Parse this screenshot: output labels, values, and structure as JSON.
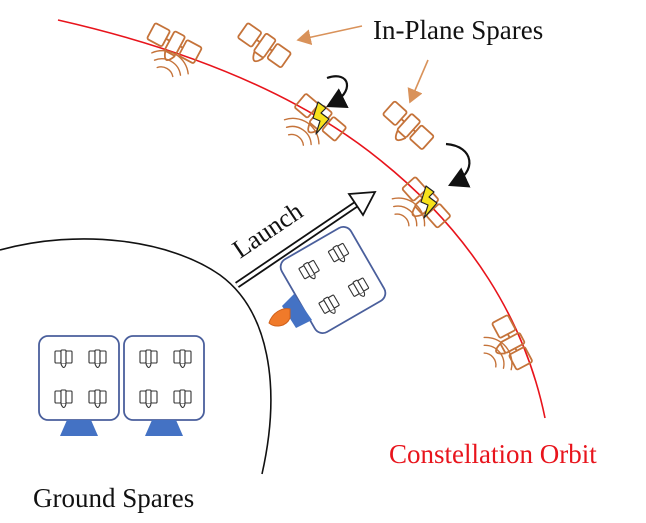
{
  "labels": {
    "in_plane_spares": "In-Plane Spares",
    "launch": "Launch",
    "constellation_orbit": "Constellation Orbit",
    "ground_spares": "Ground Spares"
  },
  "colors": {
    "orbit": "#e8141c",
    "satellite": "#c5733a",
    "pointer_arrow": "#d9925a",
    "ground_pad": "#4472c4",
    "rocket_flame": "#f07a2a",
    "lightning": "#f7e21b",
    "text": "#111111"
  },
  "icons": [
    "satellite-icon",
    "lightning-icon",
    "swap-arrow-icon",
    "launch-vehicle-icon",
    "rocket-flame-icon",
    "launch-pad-icon"
  ]
}
